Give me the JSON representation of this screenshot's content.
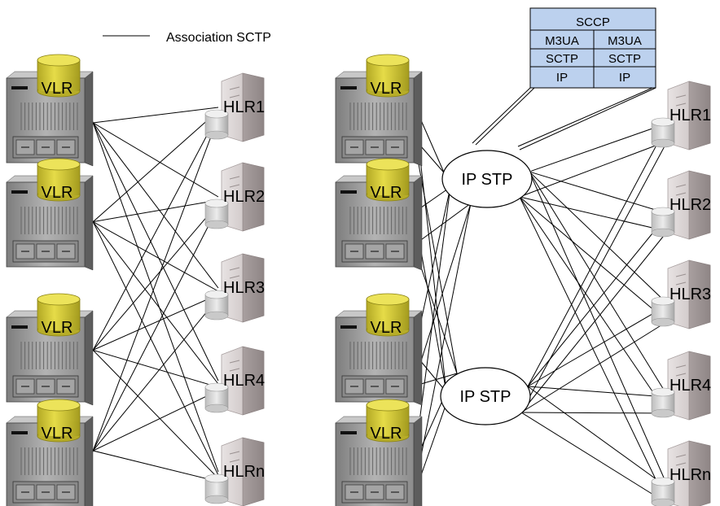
{
  "legend": {
    "label": "Association SCTP"
  },
  "vlr_label": "VLR",
  "stp_label": "IP STP",
  "left_hlrs": [
    "HLR1",
    "HLR2",
    "HLR3",
    "HLR4",
    "HLRn"
  ],
  "right_hlrs": [
    "HLR1",
    "HLR2",
    "HLR3",
    "HLR4",
    "HLRn"
  ],
  "protocol_stack": {
    "top": "SCCP",
    "left": [
      "M3UA",
      "SCTP",
      "IP"
    ],
    "right": [
      "M3UA",
      "SCTP",
      "IP"
    ]
  },
  "colors": {
    "vlr_drum": "#d6cc3a",
    "vlr_drum_top": "#ece35a",
    "server_body": "#9a9a9a",
    "hlr_body": "#d4cdcd",
    "stack_fill": "#bcd1ee"
  }
}
